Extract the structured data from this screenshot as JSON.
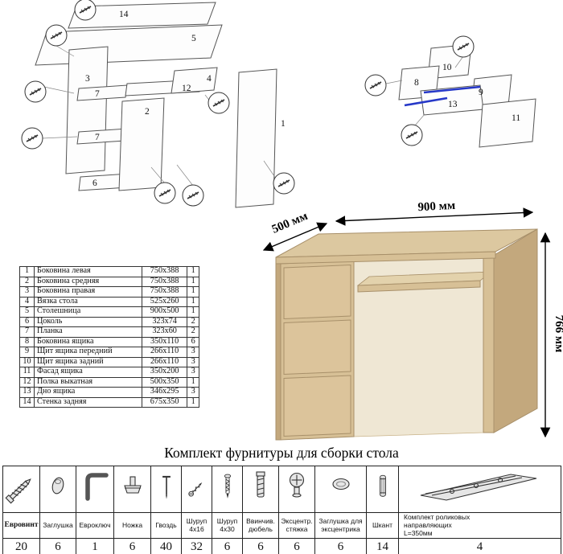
{
  "colors": {
    "wood-top": "#dcc8a0",
    "wood-front": "#d7c096",
    "wood-side": "#c3a87d",
    "wood-edge": "#a8906a",
    "accent-blue": "#2638c8"
  },
  "kit": {
    "title": "Комплект фурнитуры для сборки стола"
  },
  "dimensions": {
    "width": "900 мм",
    "depth": "500 мм",
    "height": "766 мм"
  },
  "diagram_left": {
    "labels": {
      "l14": "14",
      "l5": "5",
      "l3": "3",
      "l7a": "7",
      "l7b": "7",
      "l6": "6",
      "l12": "12",
      "l2": "2",
      "l4": "4",
      "l1": "1"
    }
  },
  "diagram_right": {
    "labels": {
      "l10": "10",
      "l8": "8",
      "l9": "9",
      "l13": "13",
      "l11": "11"
    }
  },
  "parts_table": {
    "rows": [
      {
        "num": "1",
        "name": "Боковина левая",
        "size": "750х388",
        "qty": "1"
      },
      {
        "num": "2",
        "name": "Боковина средняя",
        "size": "750х388",
        "qty": "1"
      },
      {
        "num": "3",
        "name": "Боковина правая",
        "size": "750х388",
        "qty": "1"
      },
      {
        "num": "4",
        "name": "Вязка стола",
        "size": "525х260",
        "qty": "1"
      },
      {
        "num": "5",
        "name": "Столешница",
        "size": "900х500",
        "qty": "1"
      },
      {
        "num": "6",
        "name": "Цоколь",
        "size": "323х74",
        "qty": "2"
      },
      {
        "num": "7",
        "name": "Планка",
        "size": "323х60",
        "qty": "2"
      },
      {
        "num": "8",
        "name": "Боковина ящика",
        "size": "350х110",
        "qty": "6"
      },
      {
        "num": "9",
        "name": "Щит ящика передний",
        "size": "266х110",
        "qty": "3"
      },
      {
        "num": "10",
        "name": "Щит ящика задний",
        "size": "266х110",
        "qty": "3"
      },
      {
        "num": "11",
        "name": "Фасад ящика",
        "size": "350х200",
        "qty": "3"
      },
      {
        "num": "12",
        "name": "Полка выкатная",
        "size": "500х350",
        "qty": "1"
      },
      {
        "num": "13",
        "name": "Дно ящика",
        "size": "346х295",
        "qty": "3"
      },
      {
        "num": "14",
        "name": "Стенка задняя",
        "size": "675х350",
        "qty": "1"
      }
    ]
  },
  "hardware": {
    "items": [
      {
        "name": "Евровинт",
        "qty": "20"
      },
      {
        "name": "Заглушка",
        "qty": "6"
      },
      {
        "name": "Евроключ",
        "qty": "1"
      },
      {
        "name": "Ножка",
        "qty": "6"
      },
      {
        "name": "Гвоздь",
        "qty": "40"
      },
      {
        "name": "Шуруп 4х16",
        "qty": "32"
      },
      {
        "name": "Шуруп 4х30",
        "qty": "6"
      },
      {
        "name": "Ввинчив. дюбель",
        "qty": "6"
      },
      {
        "name": "Эксцентр. стяжка",
        "qty": "6"
      },
      {
        "name": "Заглушка для эксцентрика",
        "qty": "6"
      },
      {
        "name": "Шкант",
        "qty": "14"
      },
      {
        "name": "Комплект роликовых направляющих L=350мм",
        "qty": "4"
      }
    ]
  }
}
